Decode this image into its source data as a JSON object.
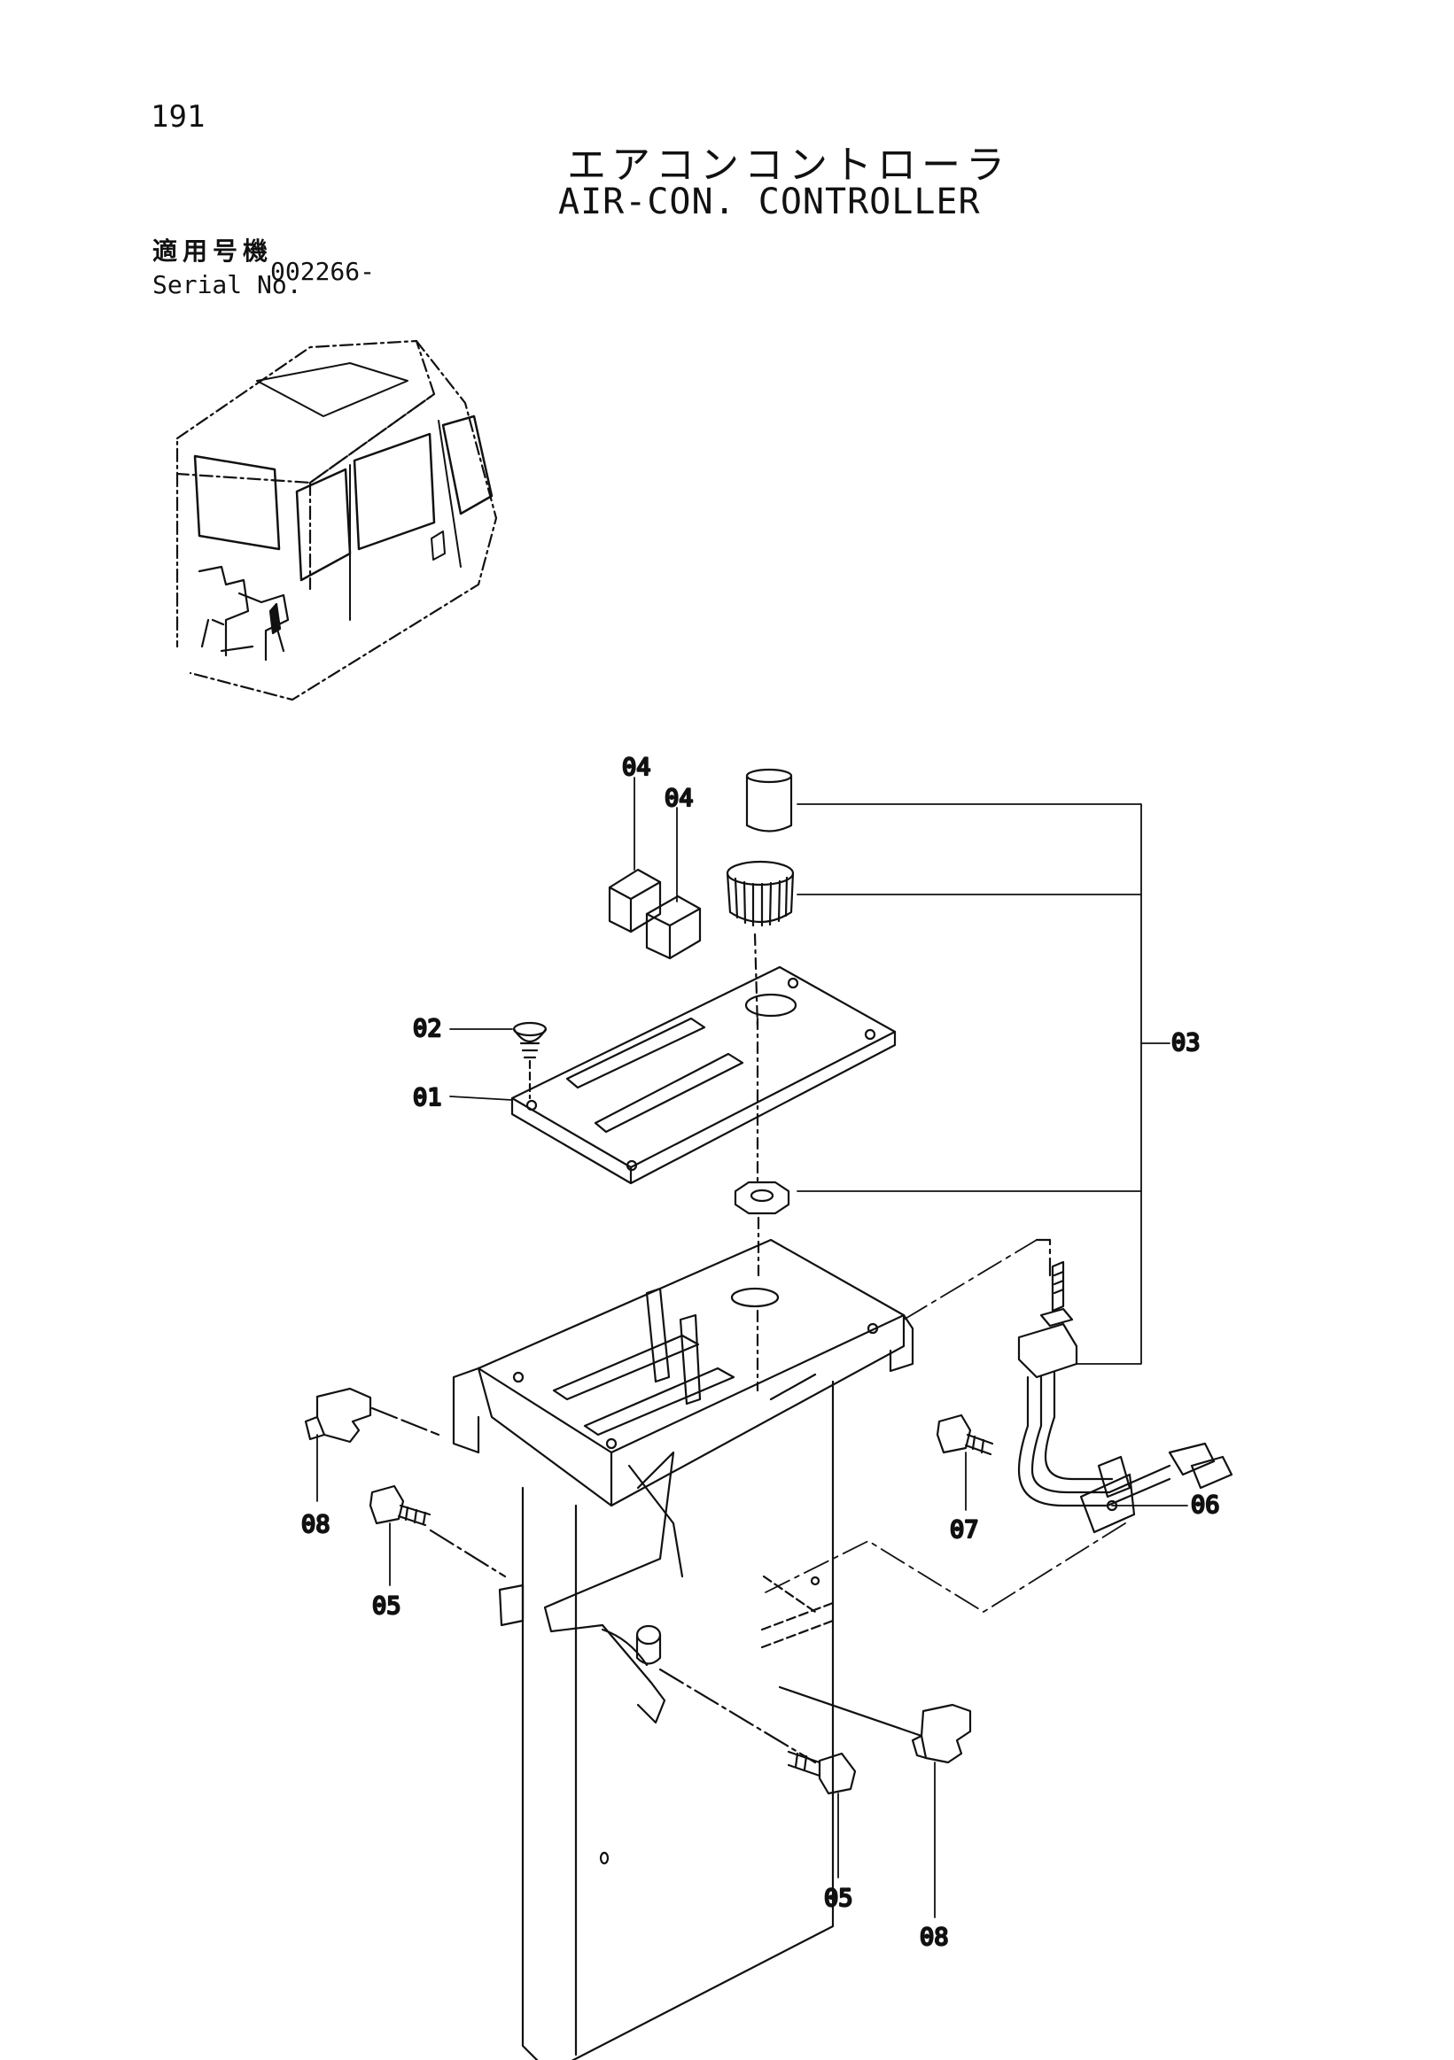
{
  "page": {
    "number": "191",
    "title_jp": "エアコンコントローラ",
    "title_en": "AIR-CON. CONTROLLER"
  },
  "serial": {
    "label_jp": "適用号機",
    "label_en": "Serial No.",
    "value": "002266-"
  },
  "callouts": {
    "c04a": "04",
    "c04b": "04",
    "c02": "02",
    "c01": "01",
    "c03": "03",
    "c08a": "08",
    "c05a": "05",
    "c07": "07",
    "c06": "06",
    "c05b": "05",
    "c08b": "08"
  }
}
